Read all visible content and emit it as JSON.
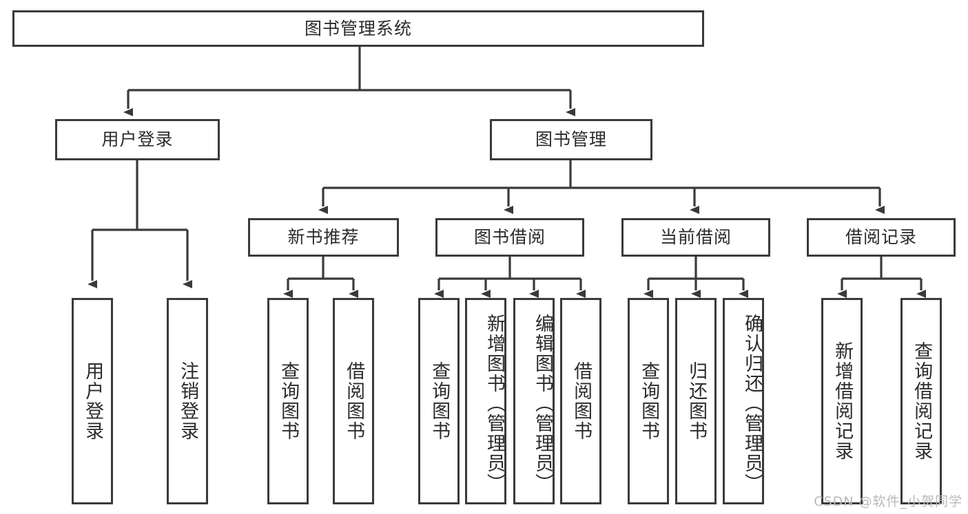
{
  "diagram": {
    "title": "图书管理系统",
    "watermark": "CSDN @软件_小贺同学",
    "colors": {
      "stroke": "#3a3a3a",
      "text": "#2b2b2b",
      "background": "#ffffff",
      "watermark": "#b9b9b9"
    },
    "levels": {
      "root": {
        "label": "图书管理系统"
      },
      "level2": [
        {
          "id": "user-login",
          "label": "用户登录"
        },
        {
          "id": "book-manage",
          "label": "图书管理"
        }
      ],
      "level3": [
        {
          "id": "new-book-recommend",
          "label": "新书推荐"
        },
        {
          "id": "book-borrow",
          "label": "图书借阅"
        },
        {
          "id": "current-borrow",
          "label": "当前借阅"
        },
        {
          "id": "borrow-record",
          "label": "借阅记录"
        }
      ],
      "leaves": [
        {
          "id": "leaf-user-login",
          "label": "用户登录",
          "parent": "user-login"
        },
        {
          "id": "leaf-logout",
          "label": "注销登录",
          "parent": "user-login"
        },
        {
          "id": "leaf-query-book-1",
          "label": "查询图书",
          "parent": "new-book-recommend"
        },
        {
          "id": "leaf-borrow-book-1",
          "label": "借阅图书",
          "parent": "new-book-recommend"
        },
        {
          "id": "leaf-query-book-2",
          "label": "查询图书",
          "parent": "book-borrow"
        },
        {
          "id": "leaf-add-book",
          "label": "新增图书（管理员）",
          "parent": "book-borrow"
        },
        {
          "id": "leaf-edit-book",
          "label": "编辑图书（管理员）",
          "parent": "book-borrow"
        },
        {
          "id": "leaf-borrow-book-2",
          "label": "借阅图书",
          "parent": "book-borrow"
        },
        {
          "id": "leaf-query-book-3",
          "label": "查询图书",
          "parent": "current-borrow"
        },
        {
          "id": "leaf-return-book",
          "label": "归还图书",
          "parent": "current-borrow"
        },
        {
          "id": "leaf-confirm-return",
          "label": "确认归还（管理员）",
          "parent": "current-borrow"
        },
        {
          "id": "leaf-add-record",
          "label": "新增借阅记录",
          "parent": "borrow-record"
        },
        {
          "id": "leaf-query-record",
          "label": "查询借阅记录",
          "parent": "borrow-record"
        }
      ]
    }
  }
}
